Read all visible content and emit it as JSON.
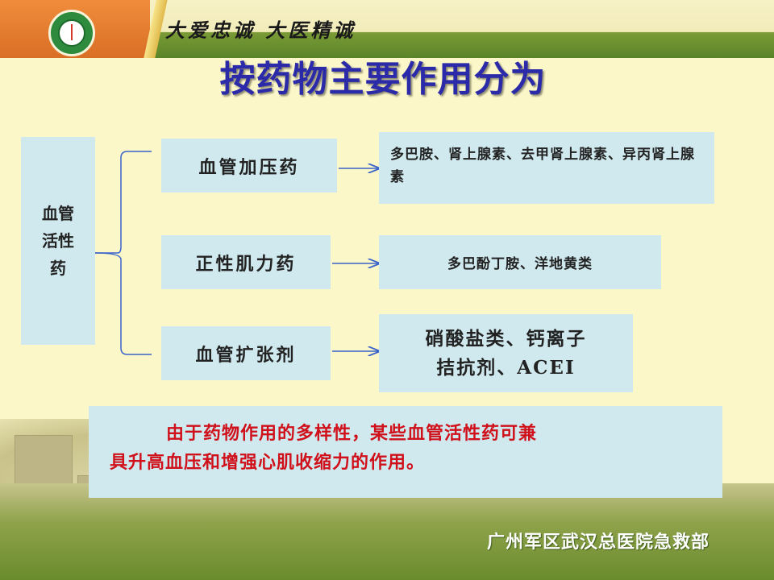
{
  "header": {
    "motto": "大爱忠诚 大医精诚"
  },
  "title": "按药物主要作用分为",
  "category": {
    "label_line1": "血管",
    "label_line2": "活性",
    "label_line3": "药"
  },
  "drug_classes": [
    {
      "name": "血管加压药",
      "examples": "多巴胺、肾上腺素、去甲肾上腺素、异丙肾上腺素"
    },
    {
      "name": "正性肌力药",
      "examples": "多巴酚丁胺、洋地黄类"
    },
    {
      "name": "血管扩张剂",
      "examples_line1": "硝酸盐类、钙离子",
      "examples_line2": "拮抗剂、ACEI"
    }
  ],
  "note": {
    "line1": "由于药物作用的多样性，某些血管活性药可兼",
    "line2": "具升高血压和增强心肌收缩力的作用。"
  },
  "footer": {
    "department": "广州军区武汉总医院急救部"
  },
  "colors": {
    "title": "#2b2aa8",
    "box_fill": "#cfe9ee",
    "note_text": "#d0101a",
    "connector": "#3a63c9"
  }
}
